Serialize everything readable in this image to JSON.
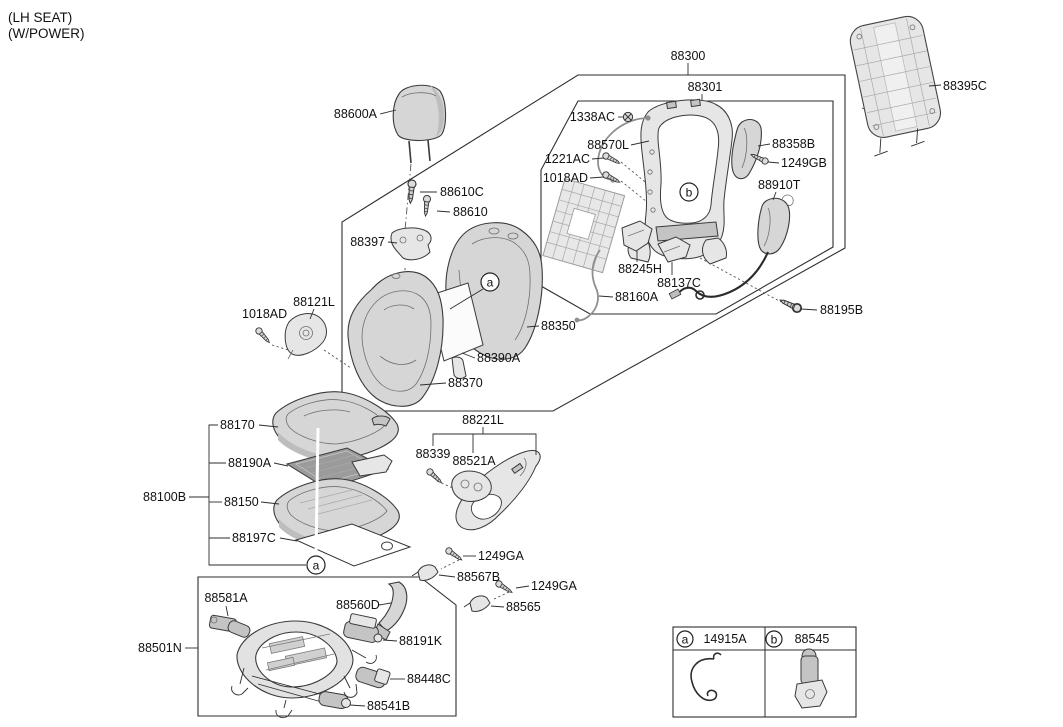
{
  "page": {
    "title_line1": "(LH SEAT)",
    "title_line2": "(W/POWER)"
  },
  "callouts": {
    "a": "a",
    "b": "b"
  },
  "labels": {
    "headrest": "88600A",
    "headrest_bolt_c": "88610C",
    "headrest_bolt": "88610",
    "headrest_guide": "88397",
    "back_assy": "88300",
    "back_frame": "88301",
    "grommet": "1338AC",
    "wiring": "88570L",
    "screw_1221ac": "1221AC",
    "screw_1018ad_frame": "1018AD",
    "side_pad": "88358B",
    "screw_1249gb": "1249GB",
    "airbag": "88910T",
    "bracket_88245h": "88245H",
    "bracket_88137c": "88137C",
    "harness": "88160A",
    "bolt_88195b": "88195B",
    "back_board": "88395C",
    "screw_1018ad_side": "1018AD",
    "recliner_cover": "88121L",
    "back_pad_assy": "88350",
    "back_pad": "88390A",
    "back_cover": "88370",
    "cushion_cover": "88170",
    "heater_mat": "88190A",
    "cushion_assy": "88100B",
    "cushion_pad": "88150",
    "cushion_felt": "88197C",
    "shield_assy": "88221L",
    "screw_88339": "88339",
    "switch_bezel": "88521A",
    "screw_1249ga_1": "1249GA",
    "clip_88567b": "88567B",
    "screw_1249ga_2": "1249GA",
    "clip_88565": "88565",
    "motor_88581a": "88581A",
    "duct_88560d": "88560D",
    "motor_88191k": "88191K",
    "motor_88448c": "88448C",
    "motor_88541b": "88541B",
    "track_assy": "88501N"
  },
  "legend": {
    "rows": [
      {
        "marker": "a",
        "part": "14915A"
      },
      {
        "marker": "b",
        "part": "88545"
      }
    ]
  },
  "colors": {
    "ink": "#1a1a1a",
    "part_fill": "#d6d6d6",
    "background": "#ffffff"
  }
}
